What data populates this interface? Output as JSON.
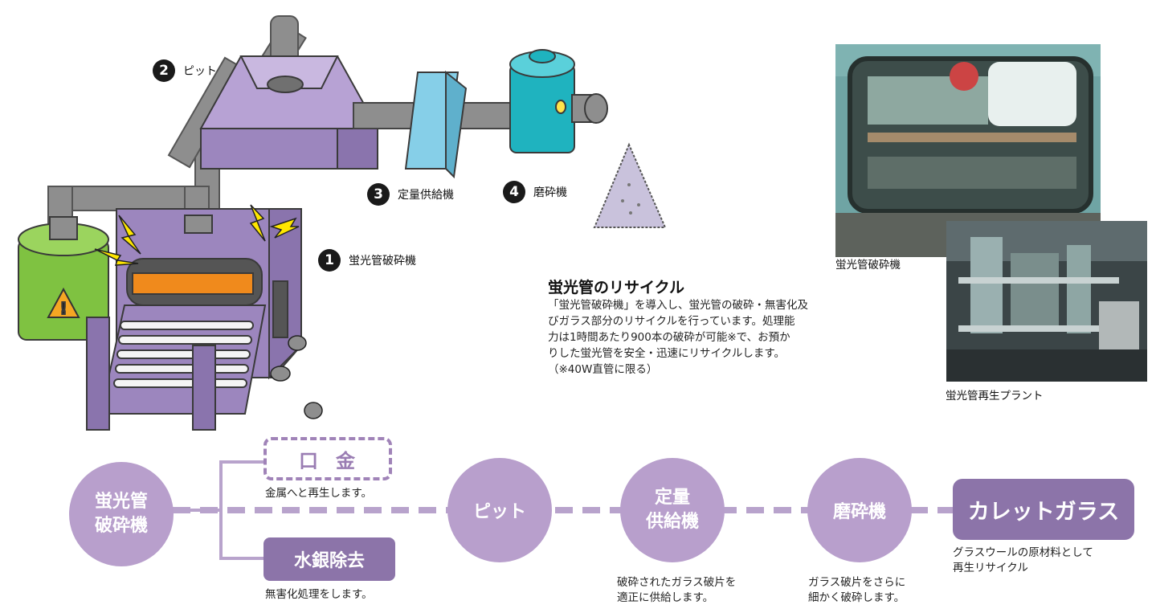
{
  "illustration": {
    "labels": [
      {
        "num": "1",
        "text": "蛍光管破砕機"
      },
      {
        "num": "2",
        "text": "ピット"
      },
      {
        "num": "3",
        "text": "定量供給機"
      },
      {
        "num": "4",
        "text": "磨砕機"
      }
    ],
    "colors": {
      "machine": "#9c86be",
      "pipe": "#8c8c8c",
      "drum": "#7fc241",
      "feeder": "#86cfe8",
      "grinder": "#1fb3bf",
      "screw": "#f08a1c"
    }
  },
  "description": {
    "title": "蛍光管のリサイクル",
    "body": "「蛍光管破砕機」を導入し、蛍光管の破砕・無害化及\nびガラス部分のリサイクルを行っています。処理能\n力は1時間あたり900本の破砕が可能※で、お預か\nりした蛍光管を安全・迅速にリサイクルします。\n（※40W直管に限る）"
  },
  "photos": [
    {
      "caption": "蛍光管破砕機"
    },
    {
      "caption": "蛍光管再生プラント"
    }
  ],
  "flow": {
    "crusher": "蛍光管\n破砕機",
    "cap_box": "口金",
    "cap_note": "金属へと再生します。",
    "mercury_box": "水銀除去",
    "mercury_note": "無害化処理をします。",
    "pit": "ピット",
    "feeder": "定量\n供給機",
    "feeder_note": "破砕されたガラス破片を\n適正に供給します。",
    "grinder": "磨砕機",
    "grinder_note": "ガラス破片をさらに\n細かく破砕します。",
    "cullet": "カレットガラス",
    "cullet_note": "グラスウールの原材料として\n再生リサイクル",
    "colors": {
      "circle": "#b89fcc",
      "box": "#8c74a9",
      "line": "#b8a3cc"
    }
  }
}
